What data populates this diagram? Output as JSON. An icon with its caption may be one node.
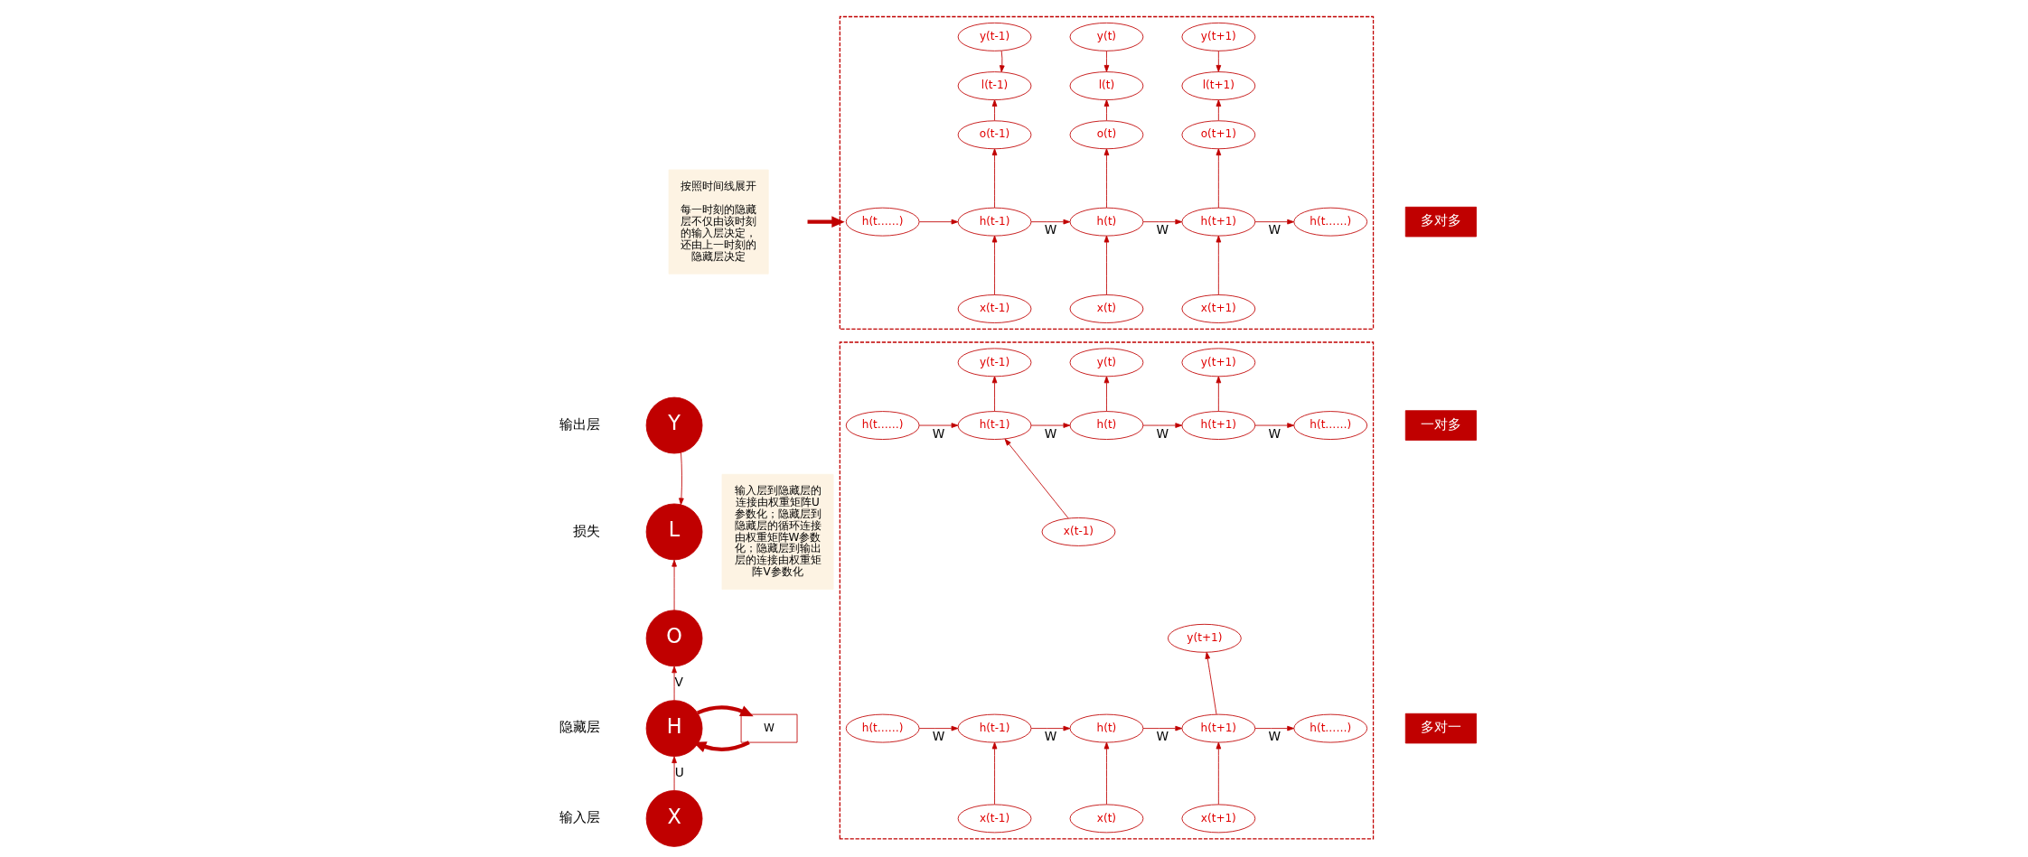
{
  "diagram": {
    "nodes": [
      {
        "text": [
          "Y"
        ],
        "beside": [
          "输出层"
        ]
      },
      {
        "text": [
          "L"
        ],
        "beside": [
          "损失"
        ]
      },
      {
        "text": [
          "O"
        ]
      },
      {
        "text": [
          "H"
        ],
        "beside": [
          "隐藏层"
        ]
      },
      {
        "text": [
          "X"
        ],
        "beside": [
          "输入层"
        ]
      },
      {
        "text": [
          "W"
        ]
      },
      {
        "text": [
          "输入层到隐藏层的连接由权重矩阵U参数化；隐藏层到隐藏层的循环连接由权重矩阵W参数化；隐藏层到输出层的连接由权重矩阵V参数化"
        ]
      },
      {
        "text": [
          "按照时间线展开",
          "每一时刻的隐藏层不仅由该时刻的输入层决定，还由上一时刻的隐藏层决定"
        ]
      },
      {
        "text": [],
        "shape": "box"
      },
      {
        "text": [
          "h(t……)"
        ],
        "in": 8
      },
      {
        "text": [
          "y(t-1)"
        ],
        "in": 8
      },
      {
        "text": [
          "l(t-1)"
        ],
        "in": 8
      },
      {
        "text": [
          "o(t-1)"
        ],
        "in": 8
      },
      {
        "text": [
          "h(t-1)"
        ],
        "in": 8
      },
      {
        "text": [
          "x(t-1)"
        ],
        "in": 8
      },
      {
        "text": [
          "y(t)"
        ],
        "in": 8
      },
      {
        "text": [
          "l(t)"
        ],
        "in": 8
      },
      {
        "text": [
          "o(t)"
        ],
        "in": 8
      },
      {
        "text": [
          "h(t)"
        ],
        "in": 8
      },
      {
        "text": [
          "x(t)"
        ],
        "in": 8
      },
      {
        "text": [
          "y(t+1)"
        ],
        "in": 8
      },
      {
        "text": [
          "l(t+1)"
        ],
        "in": 8
      },
      {
        "text": [
          "o(t+1)"
        ],
        "in": 8
      },
      {
        "text": [
          "h(t+1)"
        ],
        "in": 8
      },
      {
        "text": [
          "x(t+1)"
        ],
        "in": 8
      },
      {
        "text": [
          "h(t……)"
        ],
        "in": 8
      },
      {
        "text": [
          "多对多"
        ]
      },
      {
        "text": [],
        "shape": "box"
      },
      {
        "text": [
          "h(t……)"
        ],
        "in": 27
      },
      {
        "text": [
          "y(t-1)"
        ],
        "in": 27
      },
      {
        "text": [
          "h(t-1)"
        ],
        "in": 27
      },
      {
        "text": [
          "x(t-1)"
        ],
        "in": 27
      },
      {
        "text": [
          "y(t)"
        ],
        "in": 27
      },
      {
        "text": [
          "h(t)"
        ],
        "in": 27
      },
      {
        "text": [
          "y(t+1)"
        ],
        "in": 27
      },
      {
        "text": [
          "h(t+1)"
        ],
        "in": 27
      },
      {
        "text": [
          "h(t……)"
        ],
        "in": 27
      },
      {
        "text": [
          "一对多"
        ]
      },
      {
        "text": [
          "h(t……)"
        ],
        "in": 27
      },
      {
        "text": [
          "h(t-1)"
        ],
        "in": 27
      },
      {
        "text": [
          "x(t-1)"
        ],
        "in": 27
      },
      {
        "text": [
          "h(t)"
        ],
        "in": 27
      },
      {
        "text": [
          "x(t)"
        ],
        "in": 27
      },
      {
        "text": [
          "y(t+1)"
        ],
        "in": 27
      },
      {
        "text": [
          "h(t+1)"
        ],
        "in": 27
      },
      {
        "text": [
          "x(t+1)"
        ],
        "in": 27
      },
      {
        "text": [
          "h(t……)"
        ],
        "in": 27
      },
      {
        "text": [
          "多对一"
        ]
      }
    ],
    "edges": [
      {
        "from": 0,
        "to": 1,
        "arrow": "to"
      },
      {
        "from": 2,
        "to": 1,
        "arrow": "to"
      },
      {
        "from": 3,
        "to": 2,
        "arrow": "to",
        "label": "V"
      },
      {
        "from": 4,
        "to": 3,
        "arrow": "to",
        "label": "U"
      },
      {
        "from": 3,
        "to": 5,
        "arrow": "to",
        "style": "thick"
      },
      {
        "from": 5,
        "to": 3,
        "arrow": "to",
        "style": "thick"
      },
      {
        "from": null,
        "to": 8,
        "arrow": "to",
        "style": "thick"
      },
      {
        "from": 9,
        "to": 13,
        "arrow": "to"
      },
      {
        "from": 13,
        "to": 18,
        "arrow": "to",
        "label": "W"
      },
      {
        "from": 18,
        "to": 23,
        "arrow": "to",
        "label": "W"
      },
      {
        "from": 23,
        "to": 25,
        "arrow": "to",
        "label": "W"
      },
      {
        "from": 14,
        "to": 13,
        "arrow": "to"
      },
      {
        "from": 13,
        "to": 12,
        "arrow": "to"
      },
      {
        "from": 12,
        "to": 11,
        "arrow": "to"
      },
      {
        "from": 10,
        "to": 11,
        "arrow": "to"
      },
      {
        "from": 19,
        "to": 18,
        "arrow": "to"
      },
      {
        "from": 18,
        "to": 17,
        "arrow": "to"
      },
      {
        "from": 17,
        "to": 16,
        "arrow": "to"
      },
      {
        "from": 15,
        "to": 16,
        "arrow": "to"
      },
      {
        "from": 24,
        "to": 23,
        "arrow": "to"
      },
      {
        "from": 23,
        "to": 22,
        "arrow": "to"
      },
      {
        "from": 22,
        "to": 21,
        "arrow": "to"
      },
      {
        "from": 20,
        "to": 21,
        "arrow": "to"
      },
      {
        "from": 28,
        "to": 30,
        "arrow": "to",
        "label": "W"
      },
      {
        "from": 30,
        "to": 33,
        "arrow": "to",
        "label": "W"
      },
      {
        "from": 33,
        "to": 35,
        "arrow": "to",
        "label": "W"
      },
      {
        "from": 35,
        "to": 36,
        "arrow": "to",
        "label": "W"
      },
      {
        "from": 31,
        "to": 30,
        "arrow": "to"
      },
      {
        "from": 30,
        "to": 29,
        "arrow": "to"
      },
      {
        "from": 33,
        "to": 32,
        "arrow": "to"
      },
      {
        "from": 35,
        "to": 34,
        "arrow": "to"
      },
      {
        "from": 38,
        "to": 39,
        "arrow": "to",
        "label": "W"
      },
      {
        "from": 39,
        "to": 41,
        "arrow": "to",
        "label": "W"
      },
      {
        "from": 41,
        "to": 44,
        "arrow": "to",
        "label": "W"
      },
      {
        "from": 44,
        "to": 46,
        "arrow": "to",
        "label": "W"
      },
      {
        "from": 40,
        "to": 39,
        "arrow": "to"
      },
      {
        "from": 42,
        "to": 41,
        "arrow": "to"
      },
      {
        "from": 45,
        "to": 44,
        "arrow": "to"
      },
      {
        "from": 44,
        "to": 43,
        "arrow": "to"
      }
    ]
  }
}
